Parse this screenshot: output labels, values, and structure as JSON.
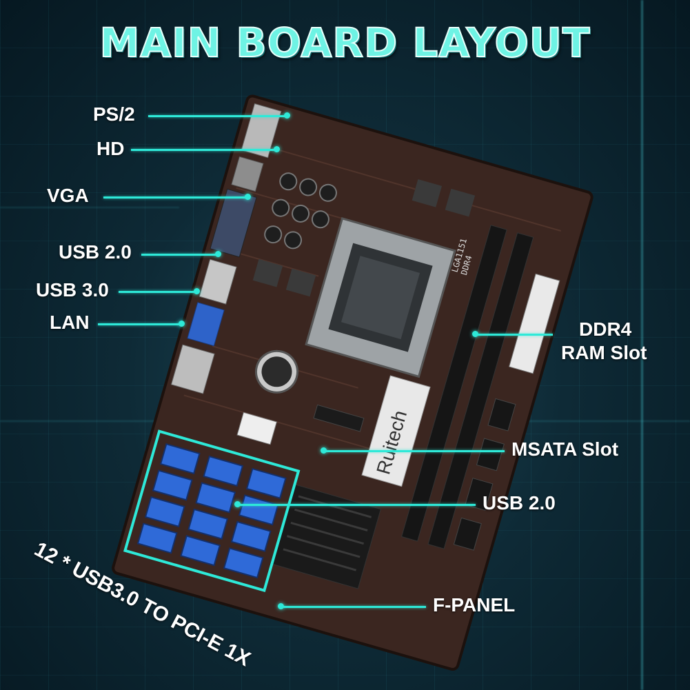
{
  "title": "MAIN BOARD LAYOUT",
  "labels": {
    "ps2": "PS/2",
    "hd": "HD",
    "vga": "VGA",
    "usb20_left": "USB 2.0",
    "usb30": "USB 3.0",
    "lan": "LAN",
    "ddr4_line1": "DDR4",
    "ddr4_line2": "RAM Slot",
    "msata": "MSATA Slot",
    "usb20_right": "USB 2.0",
    "fpanel": "F-PANEL",
    "usb_pcie": "12 * USB3.0 TO PCI-E 1X"
  },
  "board": {
    "brand": "Ruitech",
    "socket_print": "LGA1151",
    "ram_print": "DDR4"
  },
  "colors": {
    "accent": "#2ee9d8",
    "title": "#6ef3e4",
    "board": "#3b2620",
    "usb_blue": "#2f6ad8"
  }
}
